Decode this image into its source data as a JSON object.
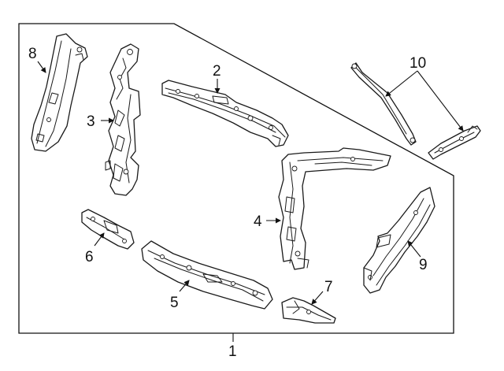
{
  "diagram": {
    "callouts": {
      "c1": "1",
      "c2": "2",
      "c3": "3",
      "c4": "4",
      "c5": "5",
      "c6": "6",
      "c7": "7",
      "c8": "8",
      "c9": "9",
      "c10": "10"
    },
    "line_color": "#1a1a1a",
    "background_color": "#ffffff"
  }
}
